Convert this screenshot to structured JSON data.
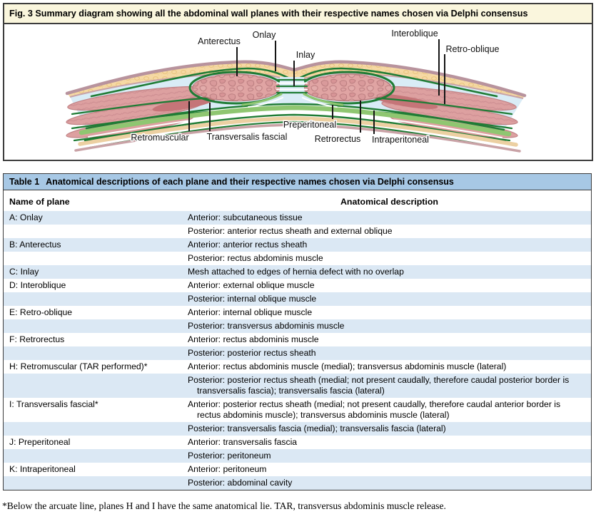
{
  "figure": {
    "title": "Fig. 3 Summary diagram showing all the abdominal wall planes with their respective names chosen via Delphi consensus",
    "labels": [
      {
        "id": "anterectus",
        "text": "Anterectus"
      },
      {
        "id": "onlay",
        "text": "Onlay"
      },
      {
        "id": "inlay",
        "text": "Inlay"
      },
      {
        "id": "interoblique",
        "text": "Interoblique"
      },
      {
        "id": "retro-oblique",
        "text": "Retro-oblique"
      },
      {
        "id": "retromuscular",
        "text": "Retromuscular"
      },
      {
        "id": "transversalis-fascial",
        "text": "Transversalis fascial"
      },
      {
        "id": "preperitoneal",
        "text": "Preperitoneal"
      },
      {
        "id": "retrorectus",
        "text": "Retrorectus"
      },
      {
        "id": "intraperitoneal",
        "text": "Intraperitoneal"
      }
    ]
  },
  "table": {
    "title_prefix": "Table 1",
    "title_rest": "Anatomical descriptions of each plane and their respective names chosen via Delphi consensus",
    "columns": {
      "plane": "Name of plane",
      "description": "Anatomical description"
    },
    "rows": [
      {
        "plane": "A: Onlay",
        "desc": "Anterior: subcutaneous tissue"
      },
      {
        "plane": "",
        "desc": "Posterior: anterior rectus sheath and external oblique"
      },
      {
        "plane": "B: Anterectus",
        "desc": "Anterior: anterior rectus sheath"
      },
      {
        "plane": "",
        "desc": "Posterior: rectus abdominis muscle"
      },
      {
        "plane": "C: Inlay",
        "desc": "Mesh attached to edges of hernia defect with no overlap"
      },
      {
        "plane": "D: Interoblique",
        "desc": "Anterior: external oblique muscle"
      },
      {
        "plane": "",
        "desc": "Posterior: internal oblique muscle"
      },
      {
        "plane": "E: Retro-oblique",
        "desc": "Anterior: internal oblique muscle"
      },
      {
        "plane": "",
        "desc": "Posterior: transversus abdominis muscle"
      },
      {
        "plane": "F: Retrorectus",
        "desc": "Anterior: rectus abdominis muscle"
      },
      {
        "plane": "",
        "desc": "Posterior: posterior rectus sheath"
      },
      {
        "plane": "H: Retromuscular (TAR performed)*",
        "desc": "Anterior: rectus abdominis muscle (medial); transversus abdominis muscle (lateral)"
      },
      {
        "plane": "",
        "desc": "Posterior: posterior rectus sheath (medial; not present caudally, therefore caudal posterior border is transversalis fascia); transversalis fascia (lateral)"
      },
      {
        "plane": "I: Transversalis fascial*",
        "desc": "Anterior: posterior rectus sheath (medial; not present caudally, therefore caudal anterior border is rectus abdominis muscle); transversus abdominis muscle (lateral)"
      },
      {
        "plane": "",
        "desc": "Posterior: transversalis fascia (medial); transversalis fascia (lateral)"
      },
      {
        "plane": "J: Preperitoneal",
        "desc": "Anterior: transversalis fascia"
      },
      {
        "plane": "",
        "desc": "Posterior: peritoneum"
      },
      {
        "plane": "K: Intraperitoneal",
        "desc": "Anterior: peritoneum"
      },
      {
        "plane": "",
        "desc": "Posterior: abdominal cavity"
      }
    ]
  },
  "footnote": "*Below the arcuate line, planes H and I have the same anatomical lie. TAR, transversus abdominis muscle release.",
  "colors": {
    "figure_header_bg": "#faf6dd",
    "table_header_bg": "#a7c8e5",
    "row_alt_bg": "#dbe8f4",
    "panel_border": "#3d3d3d",
    "fascia_green": "#1f7c35",
    "fascia_light_green": "#8fc671",
    "muscle_pink": "#e0a4a3",
    "fat_tan": "#f6d9a4",
    "skin_mauve": "#b8939d",
    "fluid_blue": "#d9ecf6"
  }
}
